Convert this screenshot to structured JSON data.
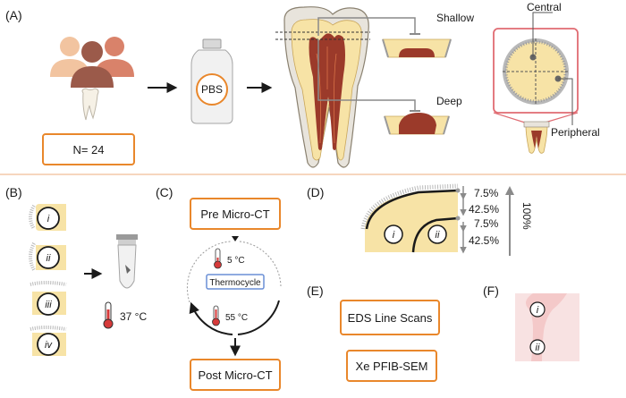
{
  "panels": {
    "a": {
      "label": "(A)",
      "n_box": "N= 24",
      "pbs": "PBS",
      "shallow": "Shallow",
      "deep": "Deep",
      "central": "Central",
      "peripheral": "Peripheral"
    },
    "b": {
      "label": "(B)",
      "roman": [
        "i",
        "ii",
        "iii",
        "iv"
      ],
      "temp": "37 °C"
    },
    "c": {
      "label": "(C)",
      "pre": "Pre Micro-CT",
      "post": "Post Micro-CT",
      "thermocycle": "Thermocycle",
      "cold": "5 °C",
      "hot": "55 °C"
    },
    "d": {
      "label": "(D)",
      "p1": "7.5%",
      "p2": "42.5%",
      "p3": "7.5%",
      "p4": "42.5%",
      "total": "100%",
      "roman": [
        "i",
        "ii"
      ]
    },
    "e": {
      "label": "(E)",
      "eds": "EDS Line Scans",
      "pfib": "Xe PFIB-SEM"
    },
    "f": {
      "label": "(F)",
      "roman": [
        "i",
        "ii"
      ]
    }
  },
  "colors": {
    "accent_orange": "#E9872B",
    "dentin": "#F7E3A6",
    "pulp": "#9B3A2A",
    "enamel": "#E8E4DC",
    "highlight_box": "#E06B72",
    "thermo_blue": "#6A8FD6",
    "divider": "#F3C9A8",
    "gray_arrow": "#8A8A8A",
    "pink_tissue": "#F4C9C9"
  },
  "icons": [
    "people-icon",
    "tooth-icon",
    "pbs-bottle-icon",
    "thermometer-icon",
    "vial-icon",
    "arrow-right-icon"
  ]
}
